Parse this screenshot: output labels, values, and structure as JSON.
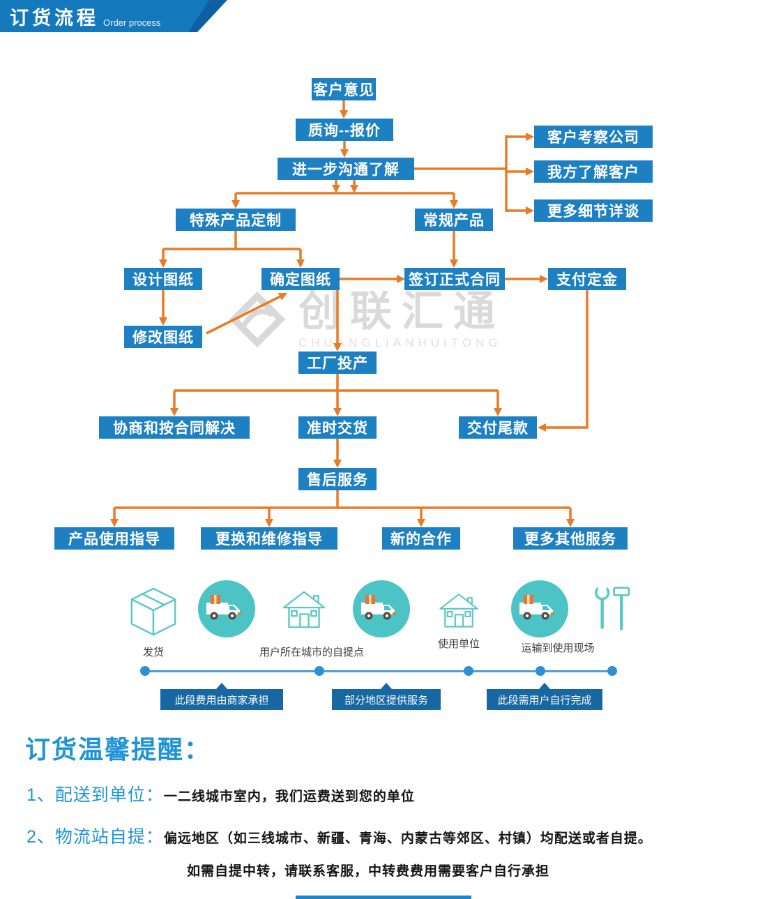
{
  "header": {
    "title": "订货流程",
    "subtitle": "Order process"
  },
  "watermark": {
    "text": "创联汇通",
    "latin": "CHUANGLIANHUITONG"
  },
  "flow": {
    "boxes": {
      "customer_opinion": "客户意见",
      "inquiry_quote": "质询--报价",
      "further_communication": "进一步沟通了解",
      "visit_company": "客户考察公司",
      "know_customer": "我方了解客户",
      "more_details": "更多细节详谈",
      "special_custom": "特殊产品定制",
      "regular_product": "常规产品",
      "design_drawing": "设计图纸",
      "confirm_drawing": "确定图纸",
      "sign_contract": "签订正式合同",
      "pay_deposit": "支付定金",
      "modify_drawing": "修改图纸",
      "factory_production": "工厂投产",
      "negotiate": "协商和按合同解决",
      "ontime_delivery": "准时交货",
      "pay_balance": "交付尾款",
      "after_sales": "售后服务",
      "usage_guide": "产品使用指导",
      "repair_guide": "更换和维修指导",
      "new_cooperation": "新的合作",
      "more_services": "更多其他服务"
    }
  },
  "logistics": {
    "labels": {
      "ship": "发货",
      "pickup_point": "用户所在城市的自提点",
      "use_unit": "使用单位",
      "transport_site": "运输到使用现场"
    },
    "tags": [
      "此段费用由商家承担",
      "部分地区提供服务",
      "此段需用户自行完成"
    ],
    "icons": [
      "package-box-icon",
      "delivery-truck-icon",
      "house-icon",
      "delivery-truck-icon",
      "house-icon",
      "delivery-truck-icon",
      "tools-icon"
    ]
  },
  "reminder": {
    "title": "订货温馨提醒：",
    "items": [
      {
        "no": "1、",
        "label": "配送到单位：",
        "text": "一二线城市室内，我们运费送到您的单位"
      },
      {
        "no": "2、",
        "label": "物流站自提：",
        "text": "偏远地区（如三线城市、新疆、青海、内蒙古等郊区、村镇）均配送或者自提。"
      }
    ],
    "extra": "如需自提中转，请联系客服，中转费费用需要客户自行承担"
  },
  "colors": {
    "box_blue": "#1d80c3",
    "arrow_orange": "#e87b26",
    "banner_blue": "#1478bc",
    "teal": "#4cc3c5",
    "tag_blue": "#1767a3",
    "timeline_blue": "#2e8fd2",
    "accent_text_blue": "#1e93d6"
  }
}
